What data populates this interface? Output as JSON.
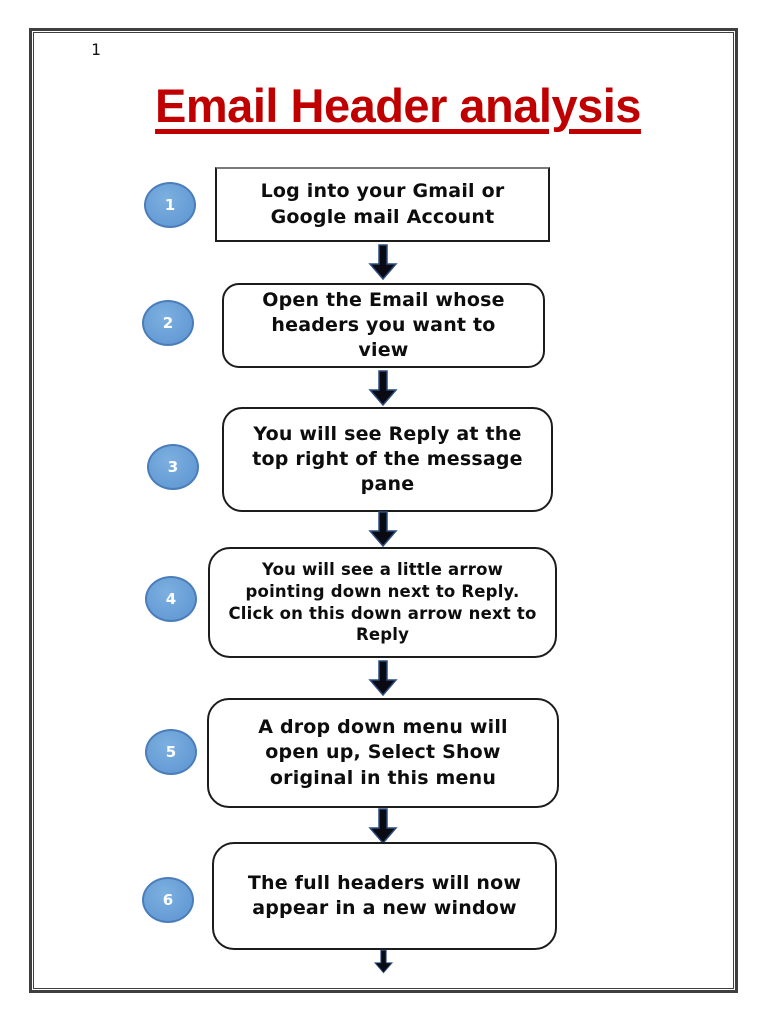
{
  "page": {
    "number": "1",
    "title": "Email Header analysis"
  },
  "colors": {
    "title_red": "#C00000",
    "badge_blue": "#659CD5",
    "badge_border_blue": "#4B7DBB",
    "arrow_black": "#0A0A12",
    "arrow_outline_blue": "#2C4D7E",
    "box_border": "#1C1C1C",
    "page_border": "#3F3F3F"
  },
  "flowchart": {
    "steps": [
      {
        "number": "1",
        "text": "Log into your Gmail or Google mail Account"
      },
      {
        "number": "2",
        "text": "Open the Email whose headers you want to view"
      },
      {
        "number": "3",
        "text": "You will see Reply at the top right of the message pane"
      },
      {
        "number": "4",
        "text": "You will see a little arrow pointing down next to Reply. Click on this down arrow next to Reply"
      },
      {
        "number": "5",
        "text": "A drop down menu will open up, Select Show original in this menu"
      },
      {
        "number": "6",
        "text": "The full headers will now appear in a new window"
      }
    ]
  }
}
